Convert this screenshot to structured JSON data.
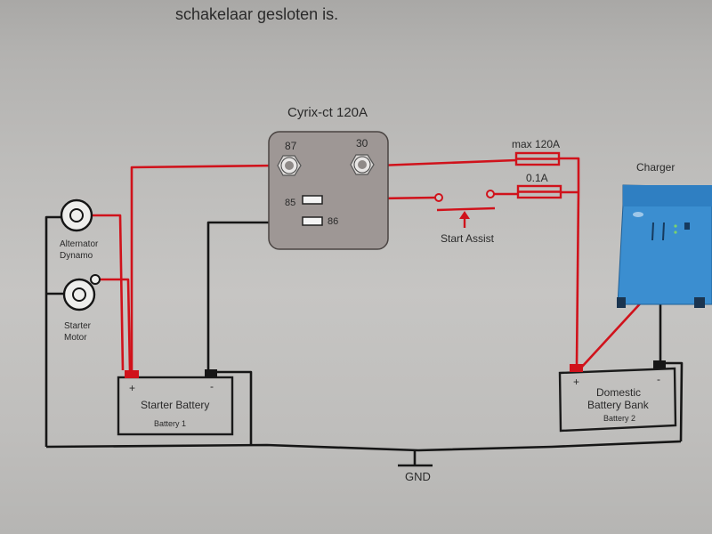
{
  "page": {
    "header_text": "schakelaar gesloten is."
  },
  "relay": {
    "title": "Cyrix-ct 120A",
    "terminal_87": "87",
    "terminal_30": "30",
    "terminal_85": "85",
    "terminal_86": "86"
  },
  "fuses": {
    "main_label": "max 120A",
    "small_label": "0.1A"
  },
  "switch": {
    "label": "Start Assist"
  },
  "alternator": {
    "label_line1": "Alternator",
    "label_line2": "Dynamo"
  },
  "starter_motor": {
    "label_line1": "Starter",
    "label_line2": "Motor"
  },
  "charger": {
    "label": "Charger",
    "color": "#3a8fd0"
  },
  "starter_battery": {
    "plus": "+",
    "minus": "-",
    "name": "Starter Battery",
    "sub": "Battery 1"
  },
  "domestic_battery": {
    "plus": "+",
    "minus": "-",
    "name_line1": "Domestic",
    "name_line2": "Battery Bank",
    "sub": "Battery 2"
  },
  "ground": {
    "label": "GND"
  },
  "colors": {
    "positive_wire": "#d0121b",
    "negative_wire": "#161616",
    "relay_body": "#9c9593"
  }
}
